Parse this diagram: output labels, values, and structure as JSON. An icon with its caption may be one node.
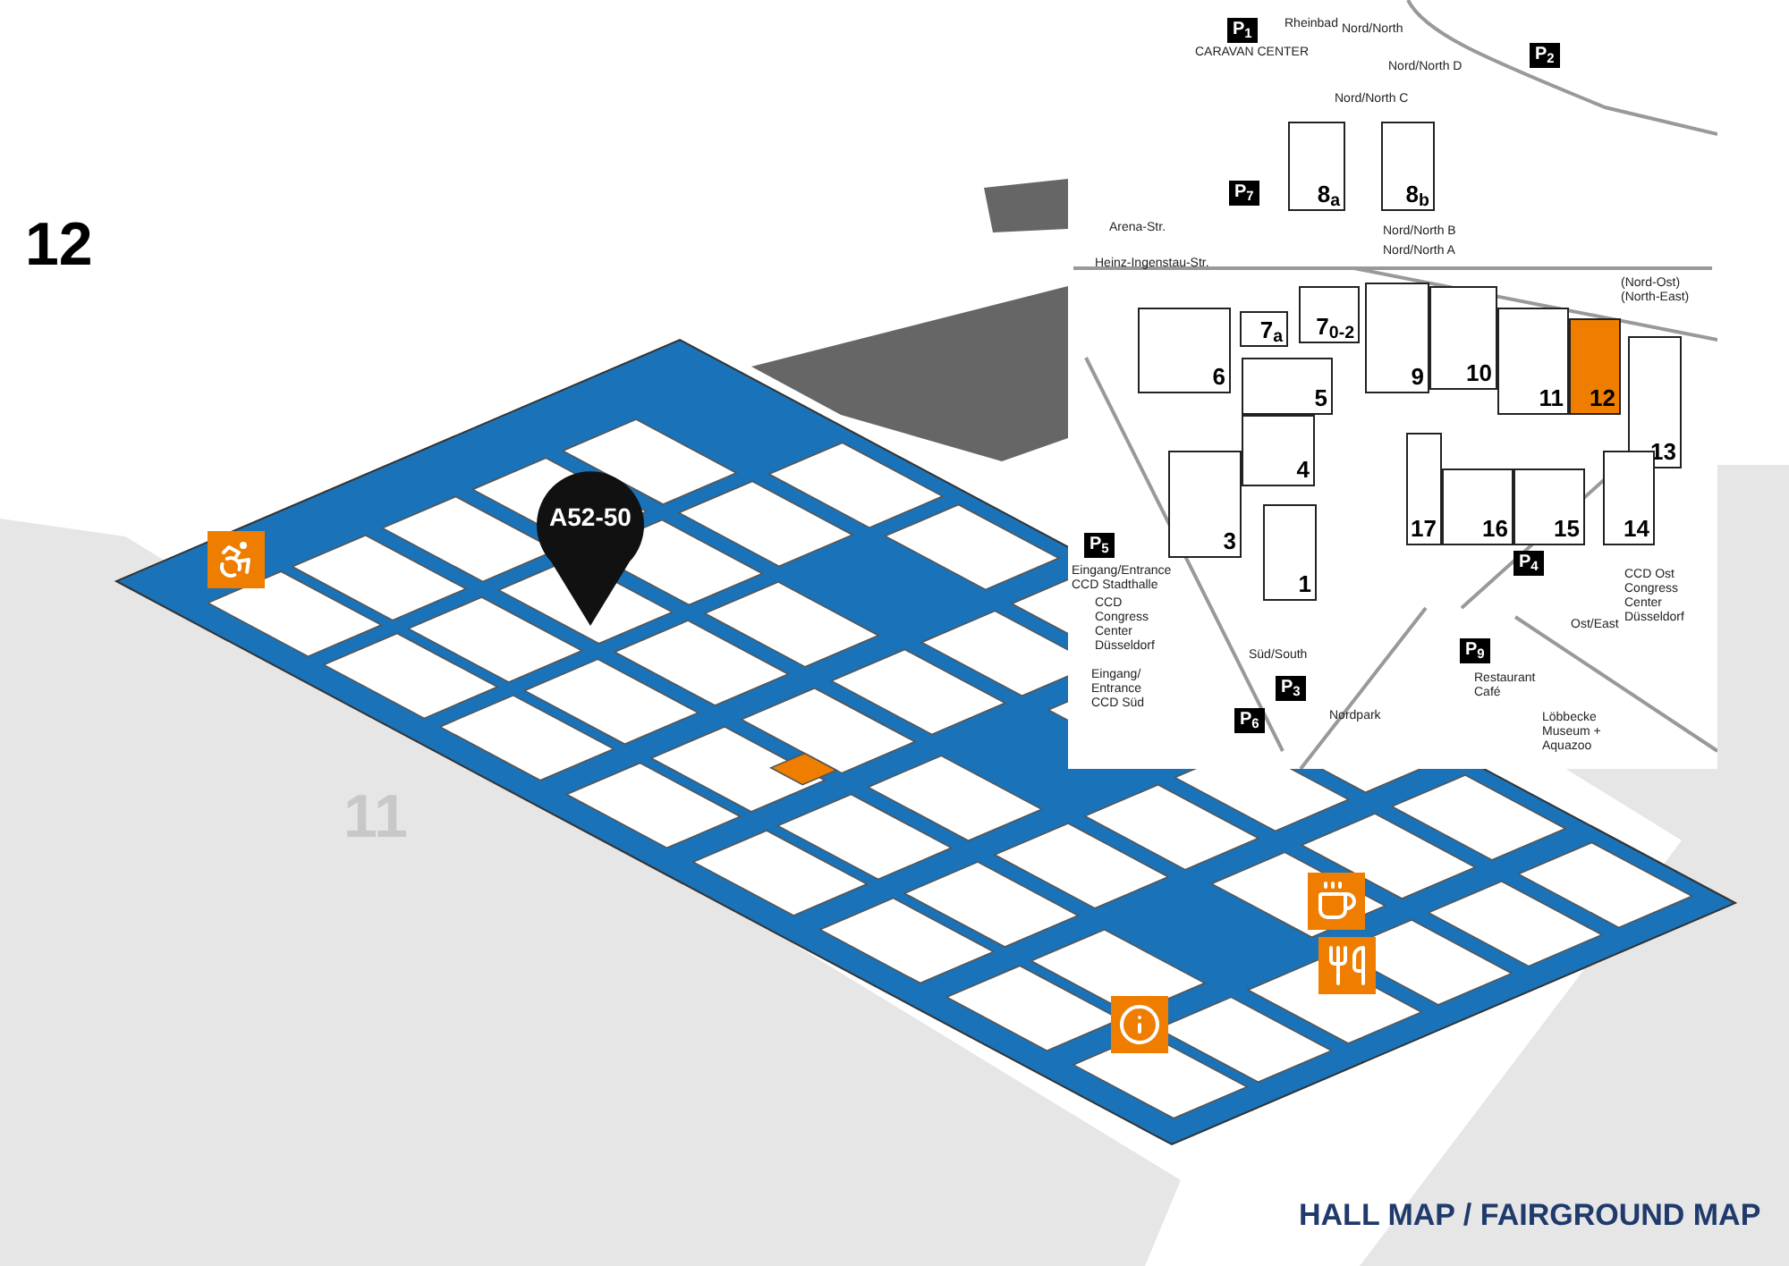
{
  "diagram": {
    "title": "HALL MAP / FAIRGROUND MAP",
    "nodes": [
      {
        "text": [
          "A52-50"
        ]
      },
      {
        "text": [
          "8$_{a}$"
        ]
      },
      {
        "text": [
          "8$_{b}$"
        ]
      },
      {
        "text": [
          "6"
        ]
      },
      {
        "text": [
          "7$_{a}$"
        ]
      },
      {
        "text": [
          "7$_{0-2}$"
        ]
      },
      {
        "text": [
          "5"
        ]
      },
      {
        "text": [
          "3"
        ]
      },
      {
        "text": [
          "4"
        ]
      },
      {
        "text": [
          "1"
        ]
      },
      {
        "text": [
          "9"
        ]
      },
      {
        "text": [
          "10"
        ]
      },
      {
        "text": [
          "11"
        ]
      },
      {
        "text": [
          "12"
        ]
      },
      {
        "text": [
          "13"
        ]
      },
      {
        "text": [
          "14"
        ]
      },
      {
        "text": [
          "15"
        ]
      },
      {
        "text": [
          "16"
        ]
      },
      {
        "text": [
          "17"
        ]
      }
    ],
    "edges": [],
    "labels": [
      "12",
      "11",
      "Rheinbad",
      "Nord/North",
      "Nord/North D",
      "Nord/North C",
      "Nord/North B",
      "Nord/North A",
      "(Nord-Ost) (North-East)",
      "CARAVAN CENTER",
      "P$_{1}$",
      "P$_{7}$",
      "P$_{2}$",
      "P$_{5}$",
      "Eingang/Entrance CCD Stadthalle",
      "CCD Congress Center Düsseldorf",
      "Eingang/ Entrance CCD Süd",
      "Süd/South",
      "P$_{3}$",
      "P$_{6}$",
      "Nordpark",
      "P$_{4}$",
      "P$_{9}$",
      "Restaurant Café",
      "Löbbecke Museum + Aquazoo",
      "CCD Ost Congress Center Düsseldorf",
      "Ost/East",
      "Arena-Str.",
      "Heinz-Ingenstau-Str."
    ]
  }
}
